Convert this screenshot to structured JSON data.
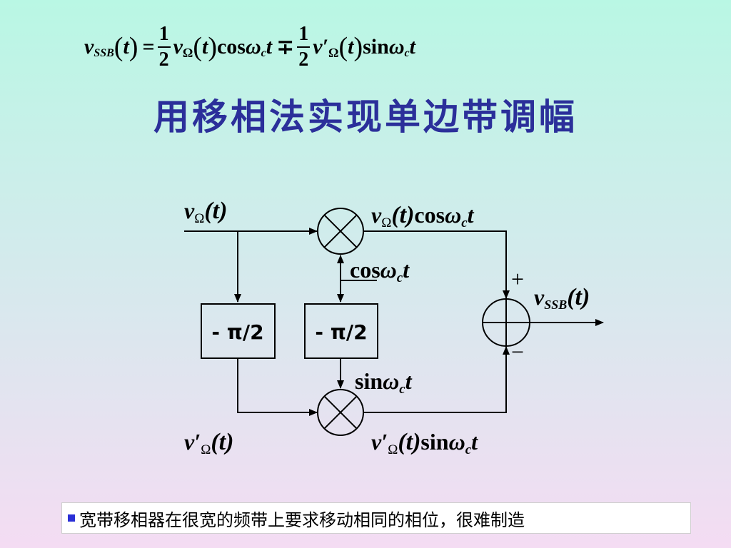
{
  "formula": {
    "lhs_v": "v",
    "lhs_sub": "SSB",
    "lhs_arg": "t",
    "eq": "=",
    "half_num": "1",
    "half_den": "2",
    "term1_v": "v",
    "term1_sub": "Ω",
    "term1_arg": "t",
    "term1_func": "cos",
    "omega": "ω",
    "c_sub": "c",
    "t": "t",
    "mp": "∓",
    "term2_v": "v′",
    "term2_sub": "Ω",
    "term2_arg": "t",
    "term2_func": "sin"
  },
  "title": "用移相法实现单边带调幅",
  "diagram": {
    "input_v": "v",
    "input_sub": "Ω",
    "input_arg": "(t)",
    "upper_product_v": "v",
    "upper_product_sub": "Ω",
    "upper_product_arg": "(t)",
    "upper_product_func": "cos",
    "omega": "ω",
    "c_sub": "c",
    "t": "t",
    "carrier_func": "cos",
    "phase_shifter_1": "- π/2",
    "phase_shifter_2": "- π/2",
    "sin_func": "sin",
    "shifted_v": "v′",
    "shifted_sub": "Ω",
    "shifted_arg": "(t)",
    "lower_product_v": "v′",
    "lower_product_sub": "Ω",
    "lower_product_arg": "(t)",
    "lower_product_func": "sin",
    "plus_sign": "+",
    "minus_sign": "−",
    "output_v": "v",
    "output_sub": "SSB",
    "output_arg": "(t)"
  },
  "note": "宽带移相器在很宽的频带上要求移动相同的相位，很难制造"
}
